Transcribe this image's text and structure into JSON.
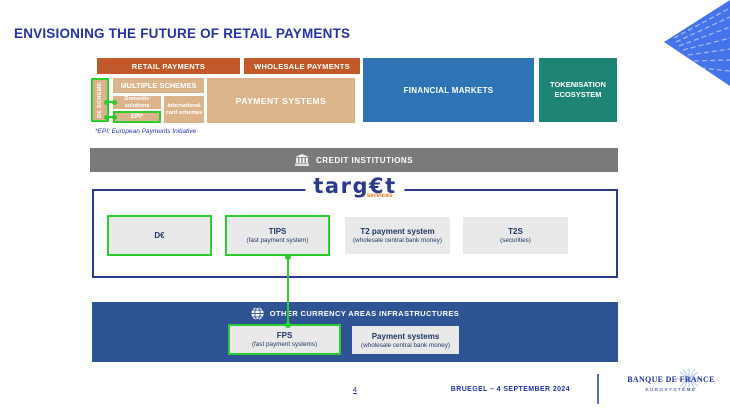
{
  "slide": {
    "title": "ENVISIONING THE FUTURE OF RETAIL PAYMENTS",
    "footnote": "*EPI: European Payments Initiative",
    "page_number": "4",
    "footer_right": "BRUEGEL – 4 SEPTEMBER 2024",
    "brand": {
      "name": "BANQUE DE FRANCE",
      "subtitle": "EUROSYSTÈME"
    }
  },
  "top_diagram": {
    "retail_payments": "RETAIL PAYMENTS",
    "wholesale_payments": "WHOLESALE PAYMENTS",
    "financial_markets": "FINANCIAL MARKETS",
    "tokenisation_ecosystem": "TOKENISATION ECOSYSTEM",
    "de_scheme": "D€ SCHEME",
    "multiple_schemes": "MULTIPLE SCHEMES",
    "domestic_solutions": "Domestic solutions",
    "epi": "EPI*",
    "international_card_schemes": "International card schemes",
    "payment_systems": "PAYMENT SYSTEMS"
  },
  "credit_institutions": {
    "label": "CREDIT INSTITUTIONS"
  },
  "target_services": {
    "logo_text": "targ€t",
    "logo_subtext": "services",
    "boxes": [
      {
        "title": "D€",
        "subtitle": ""
      },
      {
        "title": "TIPS",
        "subtitle": "(fast payment system)"
      },
      {
        "title": "T2 payment system",
        "subtitle": "(wholesale central bank money)"
      },
      {
        "title": "T2S",
        "subtitle": "(securities)"
      }
    ]
  },
  "other_currency_areas": {
    "label": "OTHER CURRENCY AREAS INFRASTRUCTURES",
    "boxes": [
      {
        "title": "FPS",
        "subtitle": "(fast payment systems)"
      },
      {
        "title": "Payment systems",
        "subtitle": "(wholesale central bank money)"
      }
    ]
  },
  "colors": {
    "title_blue": "#2433A5",
    "orange": "#C2592B",
    "tan": "#DCB48C",
    "markets_blue": "#2E74B5",
    "teal": "#1E8576",
    "gray_bar": "#7A7A7A",
    "navy": "#2B3A8C",
    "panel_blue": "#2F5496",
    "highlight_green": "#2BCE2B",
    "box_gray": "#E9E9E9",
    "services_orange": "#E87722",
    "deco_blue": "#4573EA"
  }
}
